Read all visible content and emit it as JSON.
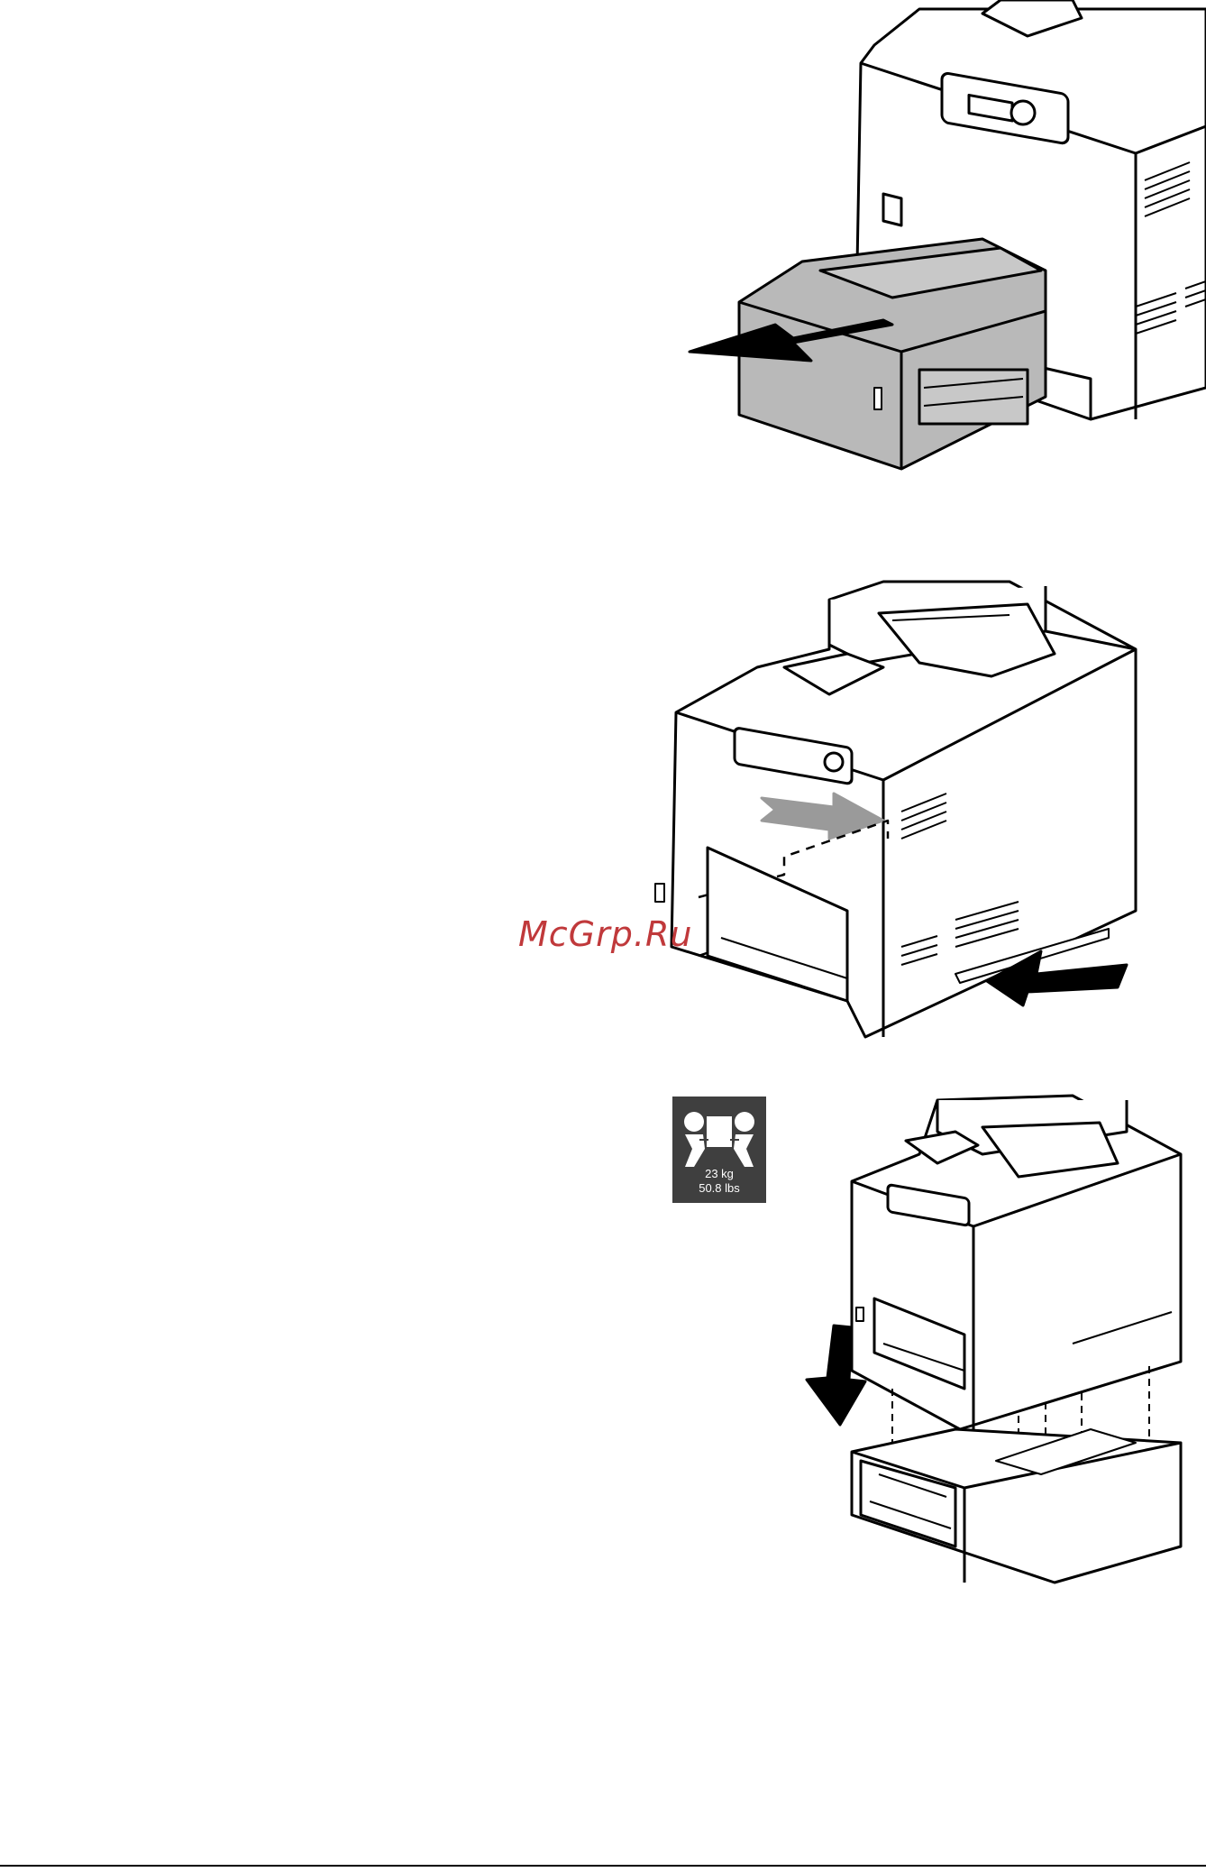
{
  "watermark": "McGrp.Ru",
  "weight_badge": {
    "icon": "two-person-lift-icon",
    "weight_kg": "23 kg",
    "weight_lbs": "50.8 lbs"
  },
  "figures": [
    {
      "name": "remove-paper-tray-figure"
    },
    {
      "name": "printer-slot-figure"
    },
    {
      "name": "install-on-tray-module-figure"
    }
  ],
  "colors": {
    "tray_gray": "#b9b9b9",
    "arrow_gray": "#9a9a9a",
    "badge_bg": "#3f3f3f",
    "watermark": "#c0393b"
  }
}
